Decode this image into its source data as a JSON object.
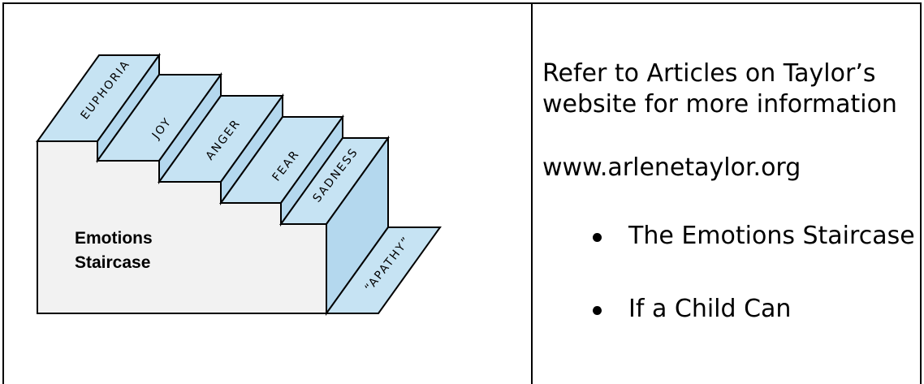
{
  "diagram": {
    "steps": [
      "EUPHORIA",
      "JOY",
      "ANGER",
      "FEAR",
      "SADNESS",
      "“APATHY”"
    ],
    "box_label_line1": "Emotions",
    "box_label_line2": "Staircase",
    "colors": {
      "step_fill": "#c6e3f3",
      "riser_fill": "#b4d8ee",
      "wall_fill": "#f2f2f2",
      "outline": "#000000"
    }
  },
  "info": {
    "text": "Refer to Articles on Taylor’s website for more information",
    "url": "www.arlenetaylor.org",
    "links": [
      "The Emotions Staircase",
      "If a Child Can"
    ]
  }
}
